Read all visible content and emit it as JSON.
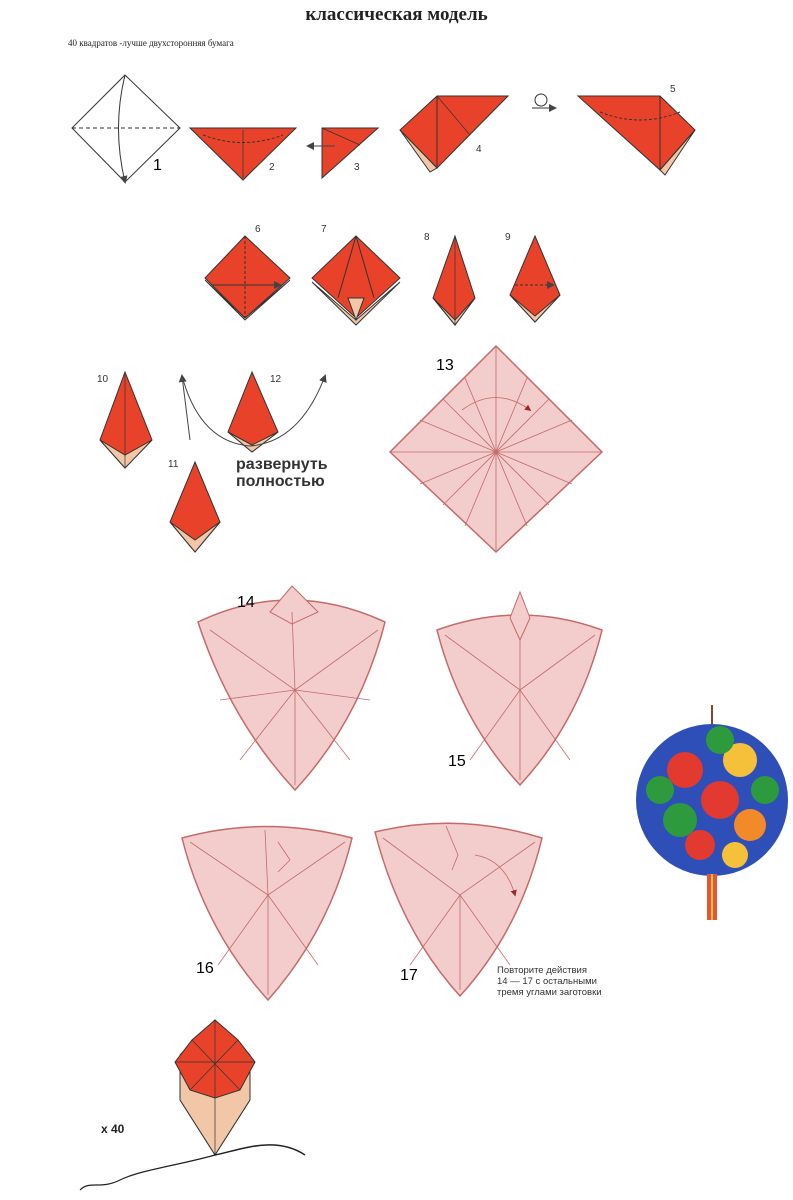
{
  "title": "классическая модель",
  "subtitle": "40 квадратов -лучше двухсторонняя бумага",
  "unfold_note": "развернуть\nполностью",
  "repeat_note": "Повторите действия\n14 — 17 с остальными\nтремя углами заготовки",
  "count_label": "x 40",
  "small_steps": [
    "1",
    "2",
    "3",
    "4",
    "5",
    "6",
    "7",
    "8",
    "9",
    "10",
    "11",
    "12"
  ],
  "large_steps": [
    "13",
    "14",
    "15",
    "16",
    "17"
  ],
  "colors": {
    "paper_red": "#e8432a",
    "paper_back": "#f1c7a8",
    "crease_sheet": "#f3cccc",
    "crease_line": "#c46a6a"
  }
}
